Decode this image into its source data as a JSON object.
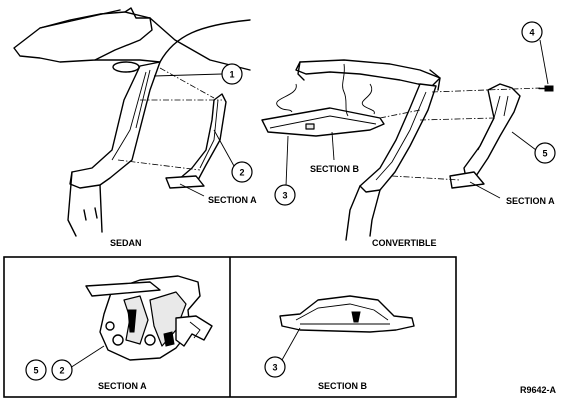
{
  "diagram": {
    "callouts": {
      "n1": "1",
      "n2a": "2",
      "n3a": "3",
      "n4": "4",
      "n5a": "5",
      "n5b": "5",
      "n2b": "2",
      "n3b": "3"
    },
    "labels": {
      "section_a_sedan": "SECTION A",
      "section_b_conv": "SECTION B",
      "section_a_conv": "SECTION A",
      "sedan": "SEDAN",
      "convertible": "CONVERTIBLE",
      "detail_section_a": "SECTION A",
      "detail_section_b": "SECTION B",
      "figure_id": "R9642-A"
    }
  }
}
